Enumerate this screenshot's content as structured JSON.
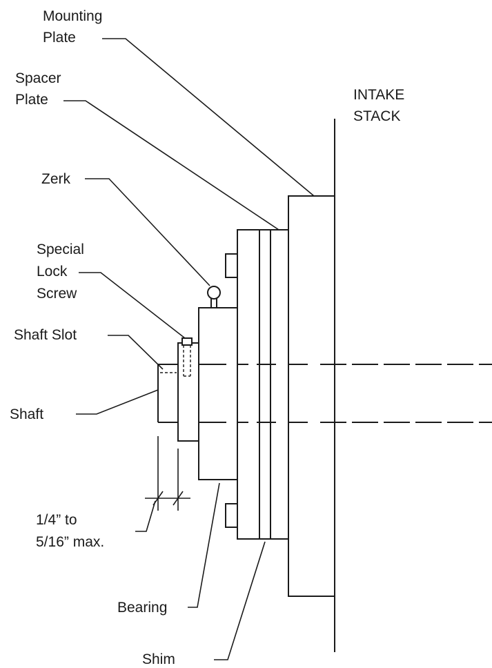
{
  "labels": {
    "mounting_plate_1": "Mounting",
    "mounting_plate_2": "Plate",
    "spacer_plate_1": "Spacer",
    "spacer_plate_2": "Plate",
    "intake_stack_1": "INTAKE",
    "intake_stack_2": "STACK",
    "zerk": "Zerk",
    "special_lock_screw_1": "Special",
    "special_lock_screw_2": "Lock",
    "special_lock_screw_3": "Screw",
    "shaft_slot": "Shaft Slot",
    "shaft": "Shaft",
    "clearance_1": "1/4” to",
    "clearance_2": "5/16” max.",
    "bearing": "Bearing",
    "shim": "Shim"
  },
  "colors": {
    "line": "#1a1a1a",
    "background": "#ffffff"
  }
}
